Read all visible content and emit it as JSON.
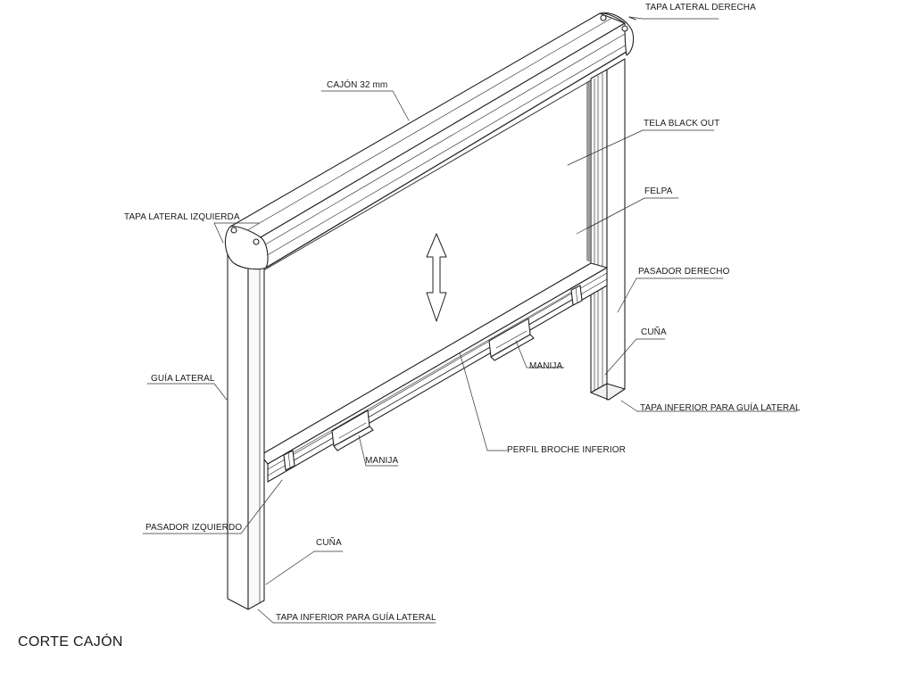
{
  "labels": {
    "tapa_lateral_derecha": "TAPA LATERAL DERECHA",
    "cajon": "CAJÓN 32 mm",
    "tela_black_out": "TELA BLACK OUT",
    "felpa": "FELPA",
    "tapa_lateral_izquierda": "TAPA LATERAL IZQUIERDA",
    "pasador_derecho": "PASADOR DERECHO",
    "cuna_derecha": "CUÑA",
    "manija_derecha": "MANIJA",
    "guia_lateral": "GUÍA LATERAL",
    "tapa_inferior_derecha": "TAPA INFERIOR PARA GUÍA LATERAL",
    "perfil_broche_inferior": "PERFIL BROCHE INFERIOR",
    "manija_izquierda": "MANIJA",
    "pasador_izquierdo": "PASADOR IZQUIERDO",
    "cuna_izquierda": "CUÑA",
    "tapa_inferior_izquierda": "TAPA INFERIOR PARA GUÍA LATERAL"
  },
  "caption": "CORTE CAJÓN"
}
